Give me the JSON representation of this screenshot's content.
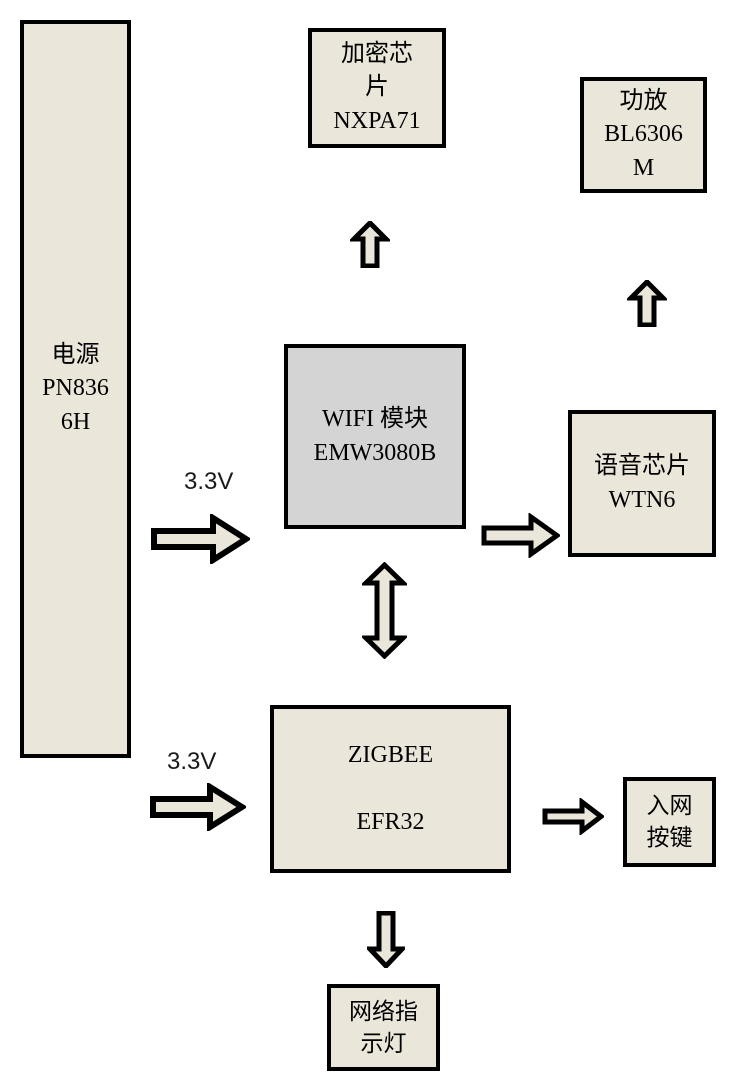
{
  "diagram": {
    "title_hint": "smart-device hardware block diagram",
    "blocks": {
      "power": {
        "label": "电源\nPN836\n6H"
      },
      "crypto": {
        "label": "加密芯\n片\nNXPA71"
      },
      "amp": {
        "label": "功放\nBL6306\nM"
      },
      "wifi": {
        "label": "WIFI 模块\nEMW3080B"
      },
      "voice": {
        "label": "语音芯片\nWTN6"
      },
      "zigbee": {
        "label": "ZIGBEE\n\nEFR32"
      },
      "join_button": {
        "label": "入网\n按键"
      },
      "net_indicator": {
        "label": "网络指\n示灯"
      }
    },
    "labels": {
      "power_to_wifi_voltage": "3.3V",
      "power_to_zigbee_voltage": "3.3V"
    },
    "connections": [
      {
        "from": "wifi",
        "to": "crypto",
        "direction": "up",
        "label": ""
      },
      {
        "from": "voice",
        "to": "amp",
        "direction": "up",
        "label": ""
      },
      {
        "from": "power",
        "to": "wifi",
        "direction": "right",
        "label": "3.3V"
      },
      {
        "from": "wifi",
        "to": "voice",
        "direction": "right",
        "label": ""
      },
      {
        "from": "wifi",
        "to": "zigbee",
        "direction": "both-vertical",
        "label": ""
      },
      {
        "from": "power",
        "to": "zigbee",
        "direction": "right",
        "label": "3.3V"
      },
      {
        "from": "zigbee",
        "to": "join_button",
        "direction": "right",
        "label": ""
      },
      {
        "from": "zigbee",
        "to": "net_indicator",
        "direction": "down",
        "label": ""
      }
    ],
    "colors": {
      "block_fill": "#eae6da",
      "wifi_block_fill": "#d4d4d4",
      "border": "#000000",
      "arrow_fill": "#eae6da",
      "background": "#ffffff"
    }
  }
}
